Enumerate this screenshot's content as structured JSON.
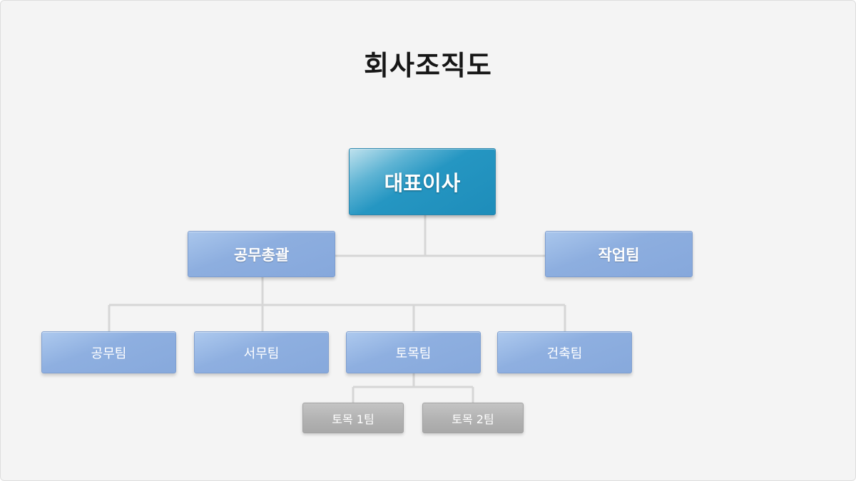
{
  "title": "회사조직도",
  "colors": {
    "ceo": "#1e8dba",
    "team": "#8daedf",
    "subteam": "#b2b2b2",
    "connector": "#d6d6d6",
    "background": "#f4f4f4"
  },
  "org": {
    "ceo": "대표이사",
    "level2": [
      "공무총괄",
      "작업팀"
    ],
    "level3": [
      "공무팀",
      "서무팀",
      "토목팀",
      "건축팀"
    ],
    "level4": [
      "토목 1팀",
      "토목 2팀"
    ]
  }
}
